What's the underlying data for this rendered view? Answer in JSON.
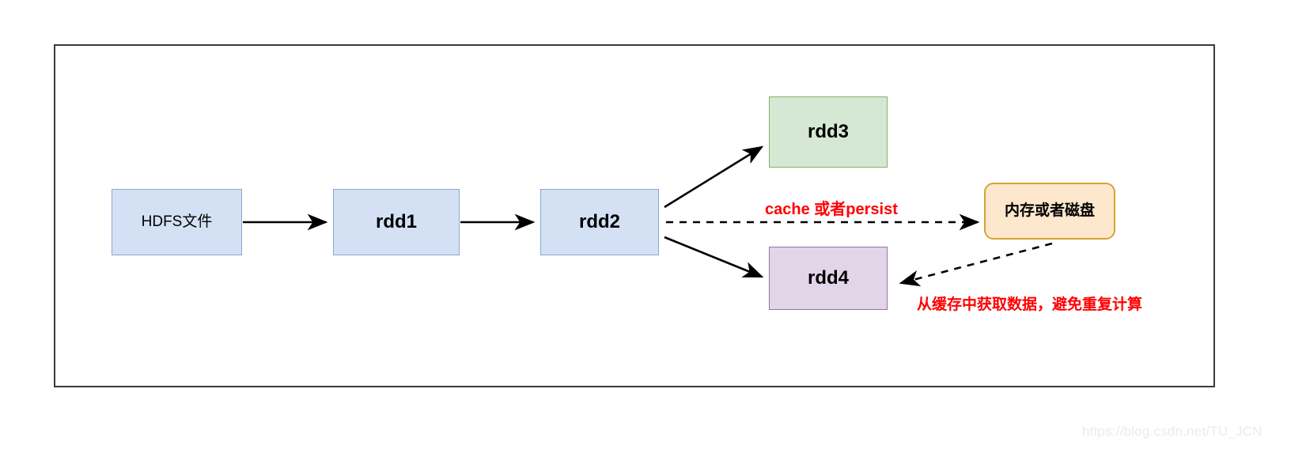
{
  "diagram": {
    "title": "Spark RDD cache/persist flow",
    "frame": {
      "name": "outer-frame"
    },
    "nodes": [
      {
        "id": "hdfs",
        "label": "HDFS文件",
        "fill": "#d4e1f5",
        "stroke": "#8aa8d0",
        "shape": "rect"
      },
      {
        "id": "rdd1",
        "label": "rdd1",
        "fill": "#d4e1f5",
        "stroke": "#8aa8d0",
        "shape": "rect"
      },
      {
        "id": "rdd2",
        "label": "rdd2",
        "fill": "#d4e1f5",
        "stroke": "#8aa8d0",
        "shape": "rect"
      },
      {
        "id": "rdd3",
        "label": "rdd3",
        "fill": "#d5e8d4",
        "stroke": "#82b366",
        "shape": "rect"
      },
      {
        "id": "rdd4",
        "label": "rdd4",
        "fill": "#e1d5e7",
        "stroke": "#9673a6",
        "shape": "rect"
      },
      {
        "id": "storage",
        "label": "内存或者磁盘",
        "fill": "#fde7cd",
        "stroke": "#d6a432",
        "shape": "rounded-rect"
      }
    ],
    "edges": [
      {
        "id": "hdfs-to-rdd1",
        "from": "hdfs",
        "to": "rdd1",
        "style": "solid",
        "label": ""
      },
      {
        "id": "rdd1-to-rdd2",
        "from": "rdd1",
        "to": "rdd2",
        "style": "solid",
        "label": ""
      },
      {
        "id": "rdd2-to-rdd3",
        "from": "rdd2",
        "to": "rdd3",
        "style": "solid",
        "label": ""
      },
      {
        "id": "rdd2-to-rdd4",
        "from": "rdd2",
        "to": "rdd4",
        "style": "solid",
        "label": ""
      },
      {
        "id": "rdd2-to-storage",
        "from": "rdd2",
        "to": "storage",
        "style": "dashed",
        "label": "cache 或者persist"
      },
      {
        "id": "storage-to-rdd4",
        "from": "storage",
        "to": "rdd4",
        "style": "dashed",
        "label": "从缓存中获取数据，避免重复计算"
      }
    ],
    "annotations": {
      "cache_label": "cache 或者persist",
      "from_cache_label": "从缓存中获取数据，避免重复计算",
      "label_color": "#ff0000"
    },
    "watermark": "https://blog.csdn.net/TU_JCN"
  }
}
